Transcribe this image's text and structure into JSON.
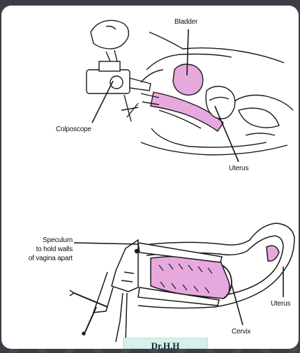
{
  "labels": {
    "bladder": "Bladder",
    "colposcope": "Colposcope",
    "uterus_top": "Uterus",
    "speculum_line1": "Speculum",
    "speculum_line2": "to hold walls",
    "speculum_line3": "of vagina apart",
    "uterus_bottom": "Uterus",
    "cervix": "Cervix"
  },
  "watermark": "Dr.H.H",
  "colors": {
    "organ_fill": "#e7a9dd",
    "line": "#1a1a1a",
    "background": "#3b3e45",
    "watermark_bg": "#d6f0ea"
  }
}
